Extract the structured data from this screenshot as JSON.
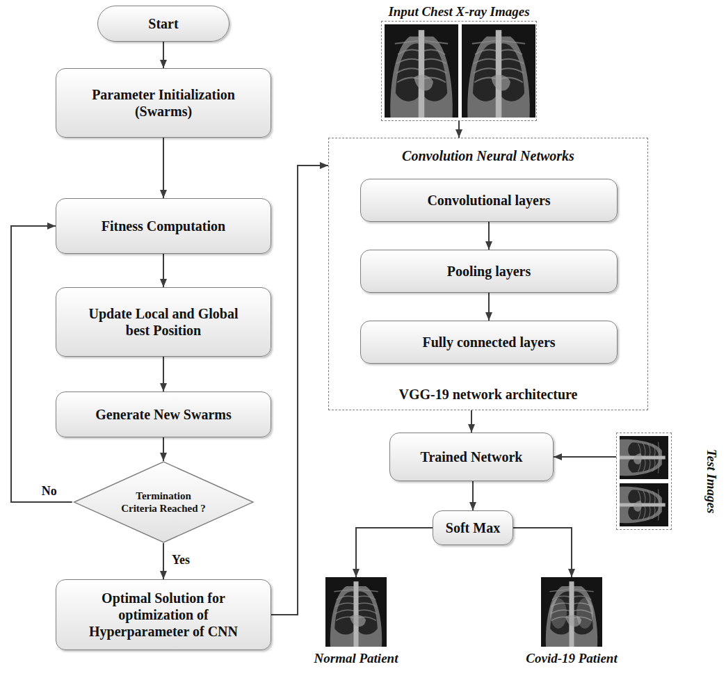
{
  "diagram": {
    "nodes": [
      {
        "text": [
          "Start"
        ]
      },
      {
        "text": [
          "Parameter Initialization (Swarms)"
        ]
      },
      {
        "text": [
          "Fitness Computation"
        ]
      },
      {
        "text": [
          "Update Local and Global best Position"
        ]
      },
      {
        "text": [
          "Generate New Swarms"
        ]
      },
      {
        "text": [
          "Termination Criteria Reached ?"
        ]
      },
      {
        "text": [
          "Optimal Solution for optimization of Hyperparameter of CNN"
        ]
      },
      {
        "text": [
          "Input Chest X-ray Images"
        ]
      },
      {
        "text": [
          "Convolution Neural Networks",
          "VGG-19 network architecture"
        ]
      },
      {
        "text": [
          "Convolutional layers"
        ],
        "in": 8
      },
      {
        "text": [
          "Pooling layers"
        ],
        "in": 8
      },
      {
        "text": [
          "Fully connected layers"
        ],
        "in": 8
      },
      {
        "text": [
          "Trained Network"
        ]
      },
      {
        "text": [
          "Test Images"
        ]
      },
      {
        "text": [
          "Soft Max"
        ]
      },
      {
        "text": [
          "Normal Patient"
        ]
      },
      {
        "text": [
          "Covid-19 Patient"
        ]
      }
    ],
    "edges": [
      {
        "from": 0,
        "to": 1,
        "arrow": "to"
      },
      {
        "from": 1,
        "to": 2,
        "arrow": "to"
      },
      {
        "from": 2,
        "to": 3,
        "arrow": "to"
      },
      {
        "from": 3,
        "to": 4,
        "arrow": "to"
      },
      {
        "from": 4,
        "to": 5,
        "arrow": "to"
      },
      {
        "from": 5,
        "to": 2,
        "label": "No",
        "arrow": "to"
      },
      {
        "from": 5,
        "to": 6,
        "label": "Yes",
        "arrow": "to"
      },
      {
        "from": 6,
        "to": 8,
        "arrow": "to"
      },
      {
        "from": 7,
        "to": 8,
        "arrow": "to"
      },
      {
        "from": 9,
        "to": 10,
        "arrow": "to"
      },
      {
        "from": 10,
        "to": 11,
        "arrow": "to"
      },
      {
        "from": 8,
        "to": 12,
        "arrow": "to"
      },
      {
        "from": 13,
        "to": 12,
        "arrow": "to"
      },
      {
        "from": 12,
        "to": 14,
        "arrow": "to"
      },
      {
        "from": 14,
        "to": 15,
        "arrow": "to"
      },
      {
        "from": 14,
        "to": 16,
        "arrow": "to"
      }
    ]
  }
}
